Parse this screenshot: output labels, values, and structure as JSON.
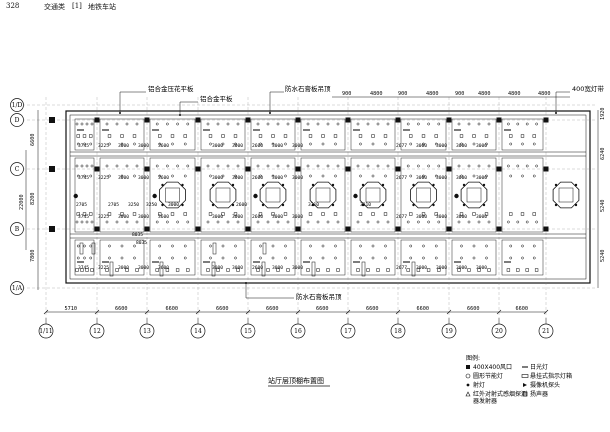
{
  "header": {
    "page_number": "328",
    "section": "交通类",
    "bracket_index": "[1]",
    "subject": "地铁车站"
  },
  "callouts": {
    "aluminum_panel": "铝合金压花平板",
    "aluminum_flat": "铝合金平板",
    "gypsum_top": "防水石膏板吊顶",
    "gypsum_bottom": "防水石膏板吊顶",
    "light_strip": "400宽灯带"
  },
  "row_axes": [
    {
      "label": "1/D"
    },
    {
      "label": "D"
    },
    {
      "label": "C"
    },
    {
      "label": "B"
    },
    {
      "label": "1/A"
    }
  ],
  "col_axes": [
    {
      "label": "1/11"
    },
    {
      "label": "12"
    },
    {
      "label": "13"
    },
    {
      "label": "14"
    },
    {
      "label": "15"
    },
    {
      "label": "16"
    },
    {
      "label": "17"
    },
    {
      "label": "18"
    },
    {
      "label": "19"
    },
    {
      "label": "20"
    },
    {
      "label": "21"
    }
  ],
  "bottom_dims": [
    "5710",
    "6600",
    "6600",
    "6600",
    "6600",
    "6600",
    "6600",
    "6600",
    "6600",
    "6600"
  ],
  "left_dims": [
    "6600",
    "8200",
    "7800"
  ],
  "left_total": "22000",
  "top_dims": [
    "900",
    "4800",
    "900",
    "4800",
    "900"
  ],
  "right_dims": [
    "1920",
    "6240",
    "5240",
    "5240"
  ],
  "bay_dims_a": [
    "3745",
    "3225",
    "3000",
    "3000",
    "3600"
  ],
  "bay_dims_b": [
    "3000",
    "3000",
    "2600",
    "3000",
    "3000"
  ],
  "bay_dims_c": [
    "2677",
    "3000",
    "3000",
    "3000",
    "3000"
  ],
  "mid_dims": [
    "2705",
    "2705",
    "3250",
    "3250",
    "3000",
    "2600",
    "3310",
    "3310"
  ],
  "small_dims": [
    "8035",
    "8035"
  ],
  "title": "站厅层顶棚布置图",
  "legend": {
    "heading": "图例:",
    "items": [
      {
        "symbol": "sq",
        "label": "400X400风口"
      },
      {
        "symbol": "circ",
        "label": "圆形节能灯"
      },
      {
        "symbol": "dot",
        "label": "射灯"
      },
      {
        "symbol": "tri",
        "label": "红外对射式感烟探测器发射器"
      },
      {
        "symbol": "line",
        "label": "日光灯"
      },
      {
        "symbol": "box",
        "label": "悬挂式指示灯箱"
      },
      {
        "symbol": "cam",
        "label": "摄像机探头"
      },
      {
        "symbol": "spk",
        "label": "扬声器"
      }
    ]
  },
  "colors": {
    "ink": "#111111",
    "paper": "#ffffff",
    "grey": "#555555"
  }
}
